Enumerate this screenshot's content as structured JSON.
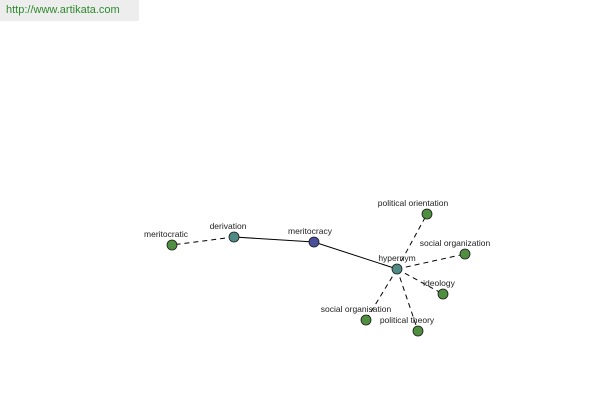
{
  "header": {
    "url": "http://www.artikata.com"
  },
  "graph": {
    "nodes": [
      {
        "id": "meritocracy",
        "label": "meritocracy",
        "role": "center",
        "color": "#4a4f9a"
      },
      {
        "id": "derivation",
        "label": "derivation",
        "role": "relation",
        "color": "#4f8a87"
      },
      {
        "id": "hypernym",
        "label": "hypernym",
        "role": "relation",
        "color": "#4f8a87"
      },
      {
        "id": "meritocratic",
        "label": "meritocratic",
        "role": "term",
        "color": "#4f8f3f"
      },
      {
        "id": "political-orientation",
        "label": "political orientation",
        "role": "term",
        "color": "#4f8f3f"
      },
      {
        "id": "social-organization",
        "label": "social organization",
        "role": "term",
        "color": "#4f8f3f"
      },
      {
        "id": "ideology",
        "label": "ideology",
        "role": "term",
        "color": "#4f8f3f"
      },
      {
        "id": "political-theory",
        "label": "political theory",
        "role": "term",
        "color": "#4f8f3f"
      },
      {
        "id": "social-organisation",
        "label": "social organisation",
        "role": "term",
        "color": "#4f8f3f"
      }
    ],
    "edges": [
      {
        "from": "meritocracy",
        "to": "derivation",
        "style": "solid"
      },
      {
        "from": "meritocracy",
        "to": "hypernym",
        "style": "solid"
      },
      {
        "from": "derivation",
        "to": "meritocratic",
        "style": "dashed"
      },
      {
        "from": "hypernym",
        "to": "political-orientation",
        "style": "dashed"
      },
      {
        "from": "hypernym",
        "to": "social-organization",
        "style": "dashed"
      },
      {
        "from": "hypernym",
        "to": "ideology",
        "style": "dashed"
      },
      {
        "from": "hypernym",
        "to": "political-theory",
        "style": "dashed"
      },
      {
        "from": "hypernym",
        "to": "social-organisation",
        "style": "dashed"
      }
    ]
  }
}
